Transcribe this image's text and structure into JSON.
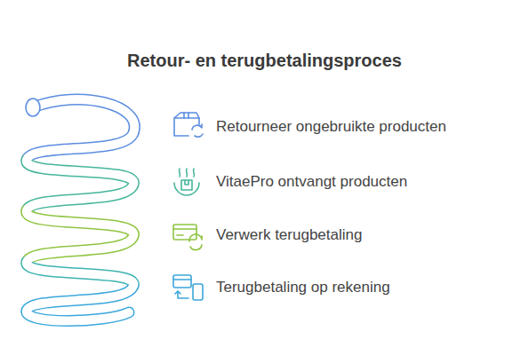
{
  "diagram": {
    "title": "Retour- en terugbetalingsproces",
    "labels": [
      "Retourneer ongebruikte producten",
      "VitaePro ontvangt producten",
      "Verwerk terugbetaling",
      "Terugbetaling op rekening"
    ]
  }
}
